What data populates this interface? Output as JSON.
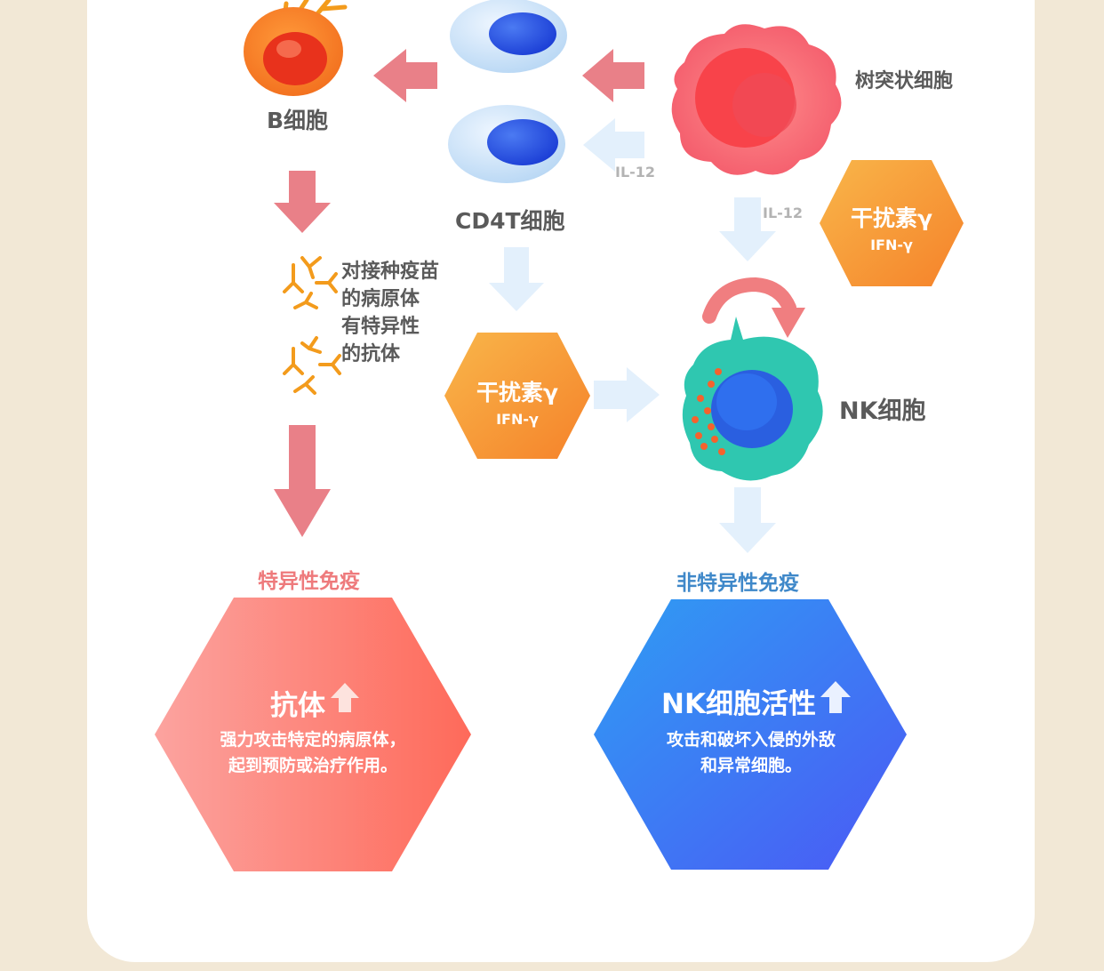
{
  "cells": {
    "b_cell": "B细胞",
    "cd4t_cell": "CD4T细胞",
    "dendritic_cell": "树突状细胞",
    "nk_cell": "NK细胞"
  },
  "signals": {
    "il12_left": "IL-12",
    "il12_right": "IL-12"
  },
  "antibody_note": [
    "对接种疫苗",
    "的病原体",
    "有特异性",
    "的抗体"
  ],
  "interferon_top": {
    "title": "干扰素γ",
    "subtitle": "IFN-γ"
  },
  "interferon_mid": {
    "title": "干扰素γ",
    "subtitle": "IFN-γ"
  },
  "specific": {
    "section_title": "特异性免疫",
    "title": "抗体",
    "desc_lines": [
      "强力攻击特定的病原体，",
      "起到预防或治疗作用。"
    ]
  },
  "nonspecific": {
    "section_title": "非特异性免疫",
    "title": "NK细胞活性",
    "desc_lines": [
      "攻击和破坏入侵的外敌",
      "和异常细胞。"
    ]
  },
  "colors": {
    "page_bg": "#f2e8d6",
    "pink_arrow": "#e98088",
    "light_blue_arrow": "#d9ecfb",
    "orange_hex": "#f7962b",
    "antibody": "#f39b1c",
    "specific_title": "#ee7a7c",
    "nonspecific_title": "#3f88c9"
  },
  "icons": [
    "up-arrow-icon",
    "antibody-icon",
    "rotate-arrow-icon"
  ]
}
